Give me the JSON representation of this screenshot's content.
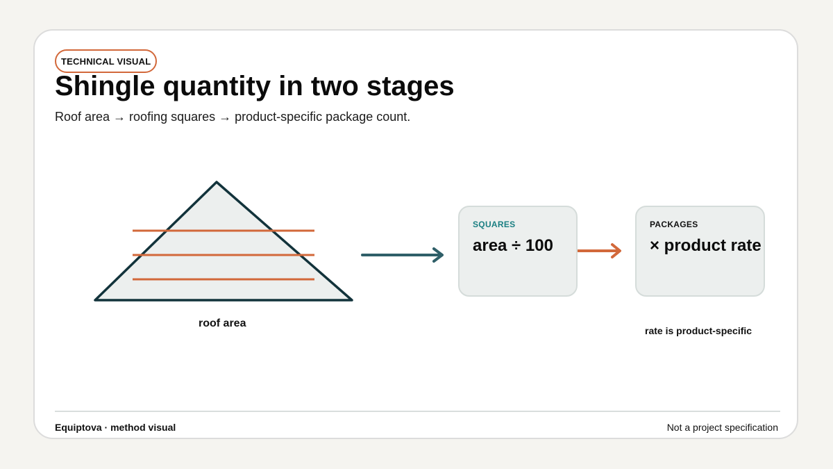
{
  "badge": "TECHNICAL VISUAL",
  "title": "Shingle quantity in two stages",
  "subtitle": "Roof area → roofing squares → product-specific package count.",
  "roof": {
    "caption": "roof area"
  },
  "squares": {
    "label": "SQUARES",
    "formula": "area ÷ 100"
  },
  "packages": {
    "label": "PACKAGES",
    "formula": "× product rate",
    "caption": "rate is product-specific"
  },
  "footer": {
    "left": "Equiptova · method visual",
    "right": "Not a project specification"
  },
  "colors": {
    "background": "#f5f4f0",
    "card": "#ffffff",
    "outline_dark": "#12333b",
    "accent_orange": "#d2683a",
    "arrow_teal": "#2f5f68",
    "label_teal": "#1a7f82",
    "box_fill": "#ecefee"
  }
}
